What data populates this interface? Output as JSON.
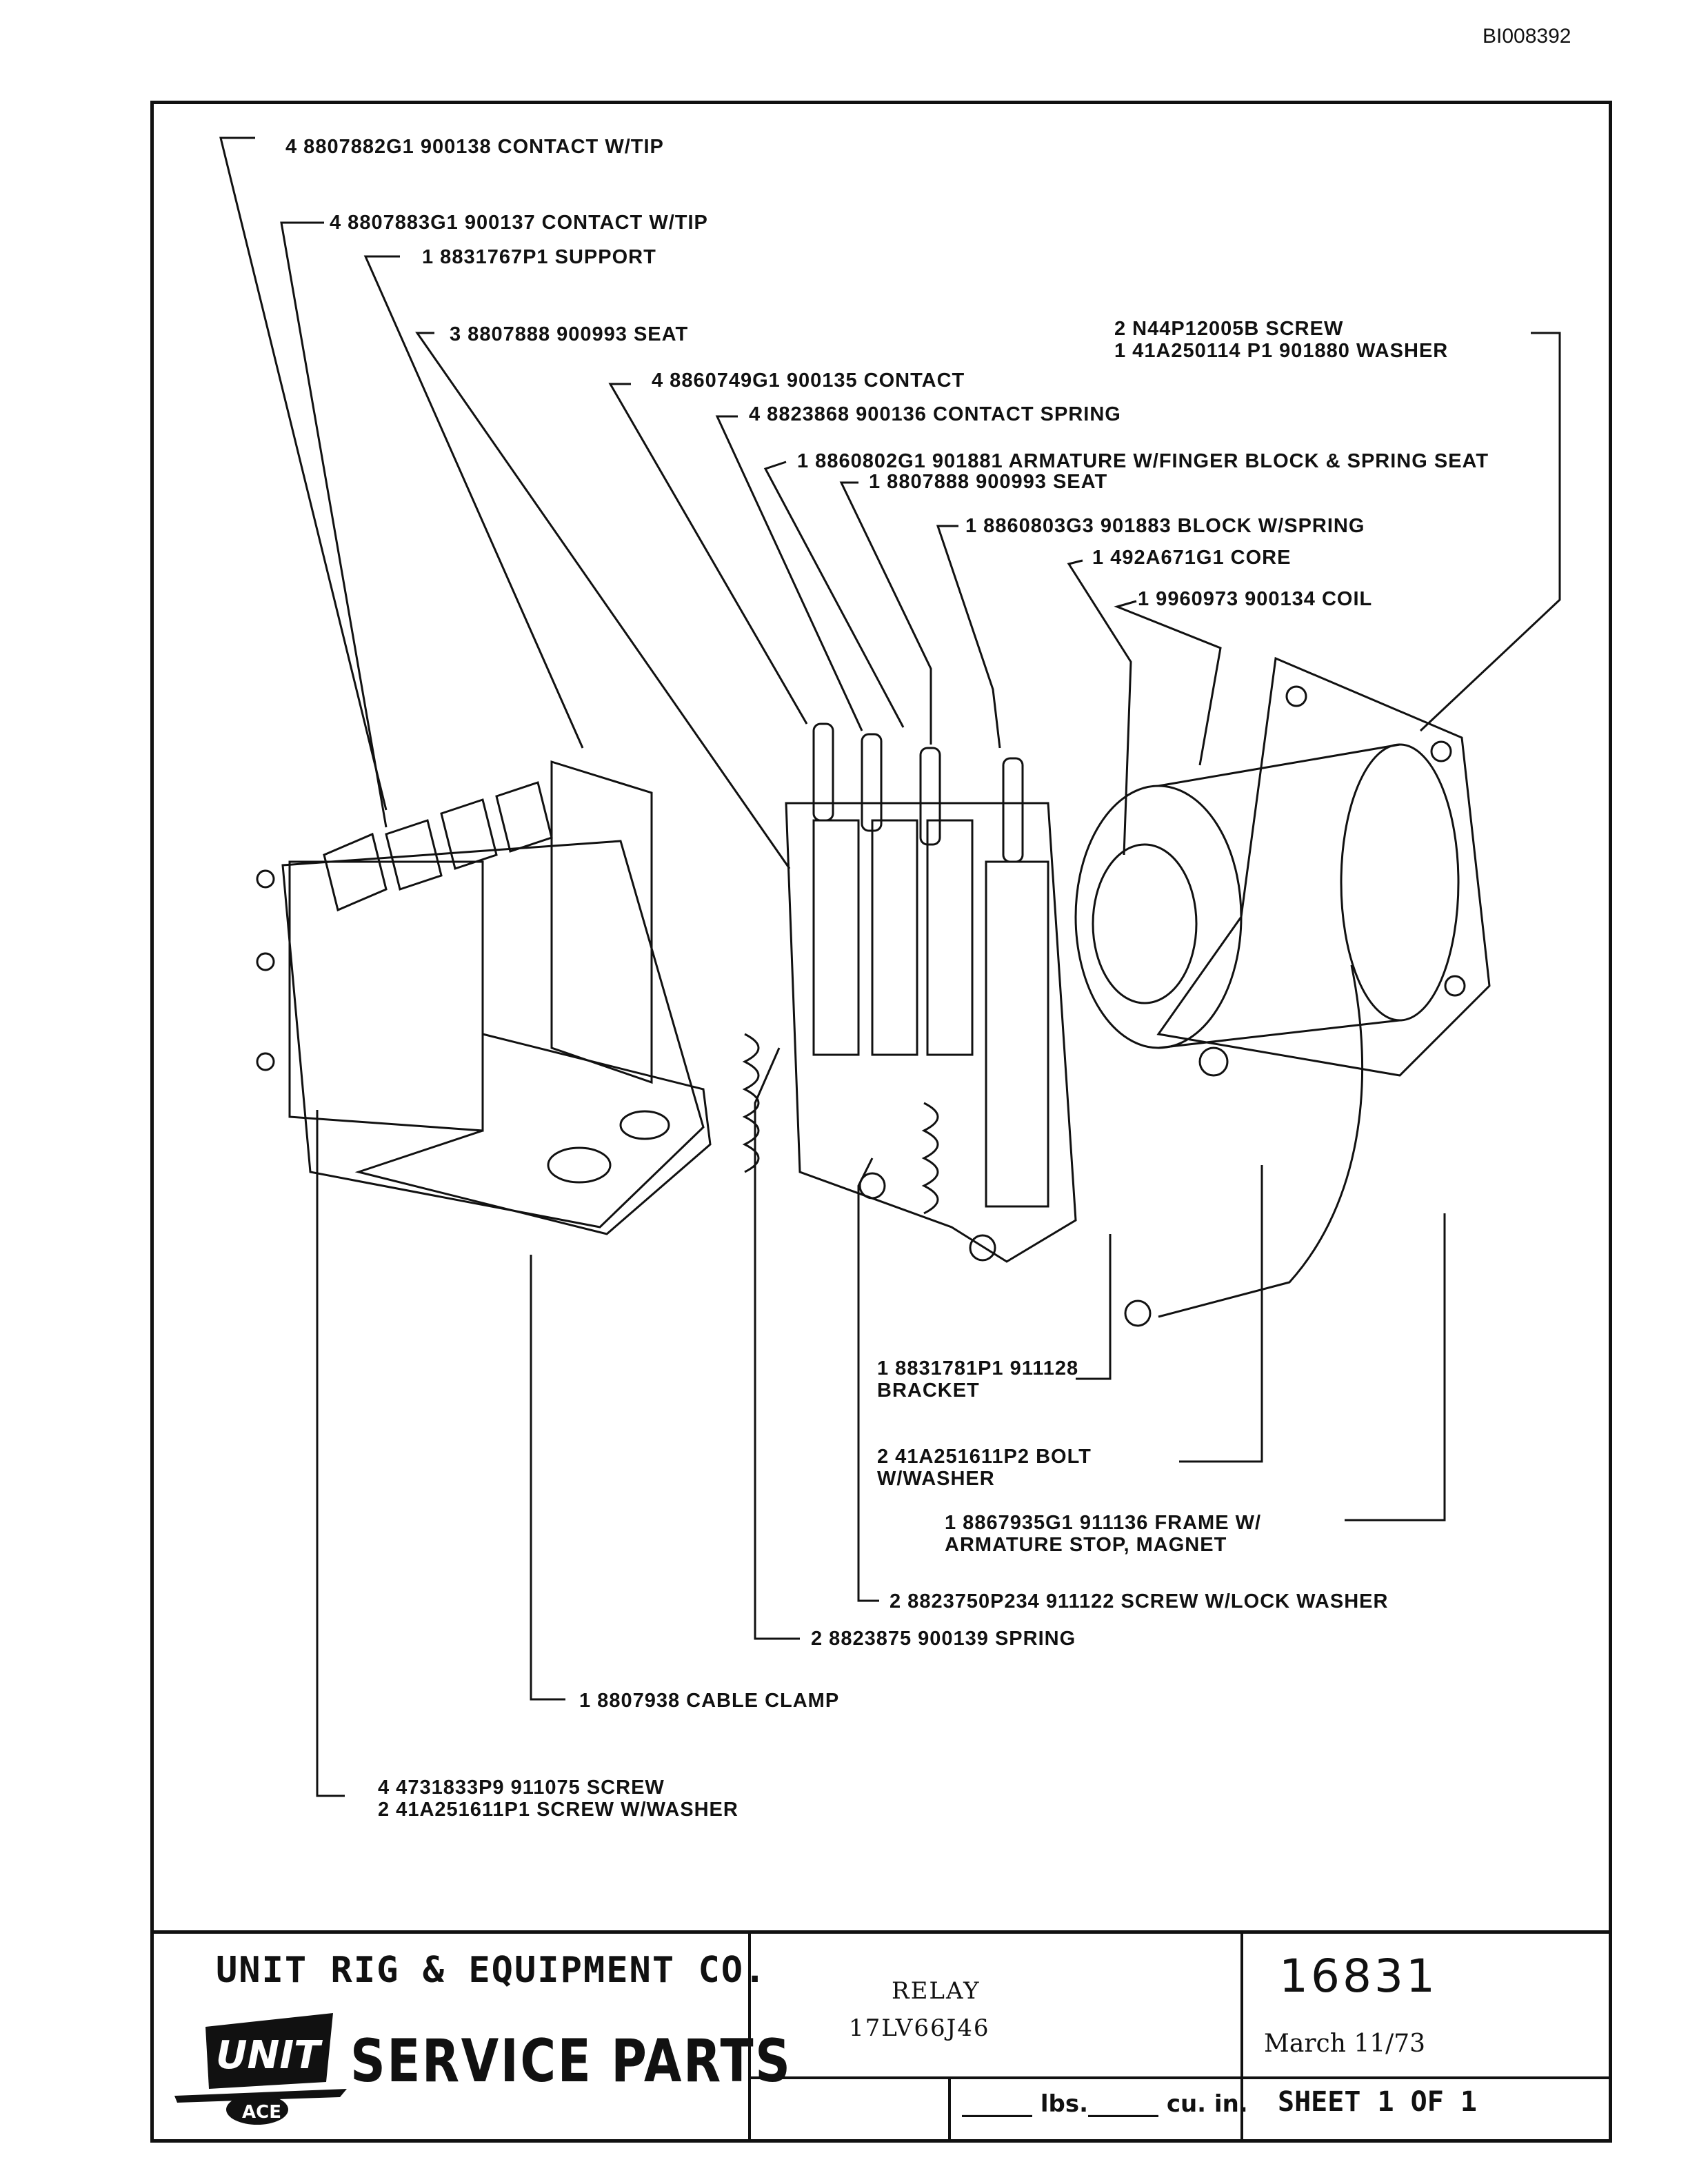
{
  "document_id": "BI008392",
  "callouts": [
    "4  8807882G1  900138 CONTACT W/TIP",
    "4  8807883G1  900137 CONTACT W/TIP",
    "1  8831767P1  SUPPORT",
    "3  8807888  900993  SEAT",
    "2  N44P12005B  SCREW",
    "1  41A250114 P1  901880  WASHER",
    "4  8860749G1  900135  CONTACT",
    "4  8823868  900136 CONTACT SPRING",
    "1  8860802G1  901881 ARMATURE W/FINGER BLOCK & SPRING SEAT",
    "1  8807888  900993 SEAT",
    "1  8860803G3  901883 BLOCK W/SPRING",
    "1  492A671G1  CORE",
    "1  9960973  900134 COIL",
    "1  8831781P1  911128",
    "BRACKET",
    "2  41A251611P2 BOLT",
    "W/WASHER",
    "1  8867935G1  911136 FRAME W/",
    "ARMATURE STOP, MAGNET",
    "2  8823750P234  911122 SCREW W/LOCK WASHER",
    "2  8823875  900139 SPRING",
    "1  8807938  CABLE CLAMP",
    "4  4731833P9  911075 SCREW",
    "2  41A251611P1 SCREW W/WASHER"
  ],
  "title_block": {
    "company": "UNIT RIG & EQUIPMENT CO.",
    "logo_text": "UNIT RIG",
    "logo_subtext": "ACE",
    "service_parts": "SERVICE PARTS",
    "description_line1": "RELAY",
    "description_line2": "17LV66J46",
    "drawing_number": "16831",
    "date": "March 11/73",
    "weight_label": "______ lbs.______ cu. in.",
    "sheet_label": "SHEET  1   OF  1"
  }
}
